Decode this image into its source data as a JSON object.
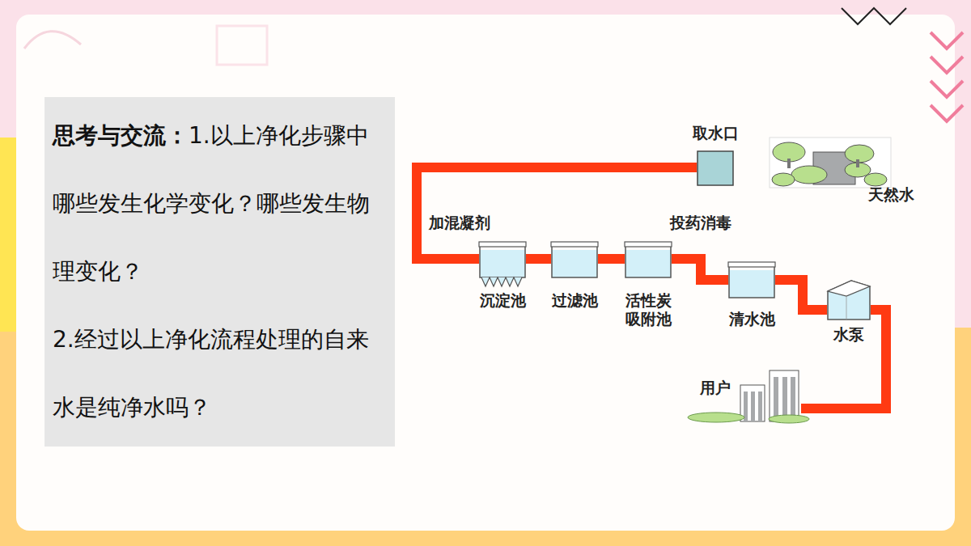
{
  "diagram": {
    "nodes": [
      {
        "text": [
          "思考与交流：",
          "1.以上净化步骤中哪些发生化学变化？哪些发生物理变化？",
          "2.经过以上净化流程处理的自来水是纯净水吗？"
        ]
      },
      {
        "text": [
          "取水口"
        ]
      },
      {
        "text": [
          "沉淀池"
        ]
      },
      {
        "text": [
          "过滤池"
        ]
      },
      {
        "text": [
          "活性炭 吸附池"
        ]
      },
      {
        "text": [
          "清水池"
        ]
      },
      {
        "text": [
          "水泵"
        ]
      },
      {
        "text": [
          "用户"
        ]
      }
    ],
    "edges": [
      {
        "from": 1,
        "to": 2,
        "arrow": "none",
        "label": "加混凝剂"
      },
      {
        "from": 2,
        "to": 3,
        "arrow": "none"
      },
      {
        "from": 3,
        "to": 4,
        "arrow": "none"
      },
      {
        "from": 4,
        "to": 5,
        "arrow": "none",
        "label": "投药消毒"
      },
      {
        "from": 5,
        "to": 6,
        "arrow": "none"
      },
      {
        "from": 6,
        "to": 7,
        "arrow": "none"
      }
    ],
    "labels": [
      "天然水"
    ]
  }
}
